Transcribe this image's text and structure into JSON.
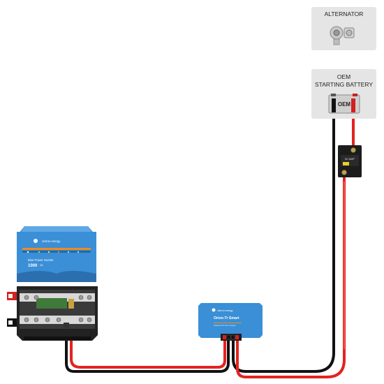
{
  "alternator": {
    "label": "ALTERNATOR"
  },
  "oem_battery": {
    "label_line1": "OEM",
    "label_line2": "STARTING BATTERY",
    "battery_text": "OEM"
  },
  "fuse": {
    "rating_text": "50 AMP"
  },
  "inverter": {
    "brand": "victron energy",
    "model_line1": "Blue Power Inverter",
    "model_line2": "1000",
    "unit": "VA"
  },
  "dc_dc": {
    "brand": "victron energy",
    "model": "Orion-Tr Smart",
    "subtitle": "Isolated DC-DC charger"
  },
  "colors": {
    "positive": "#e4231f",
    "negative": "#111111",
    "victron_blue": "#3a8fd6",
    "panel_grey": "#e5e5e5"
  }
}
